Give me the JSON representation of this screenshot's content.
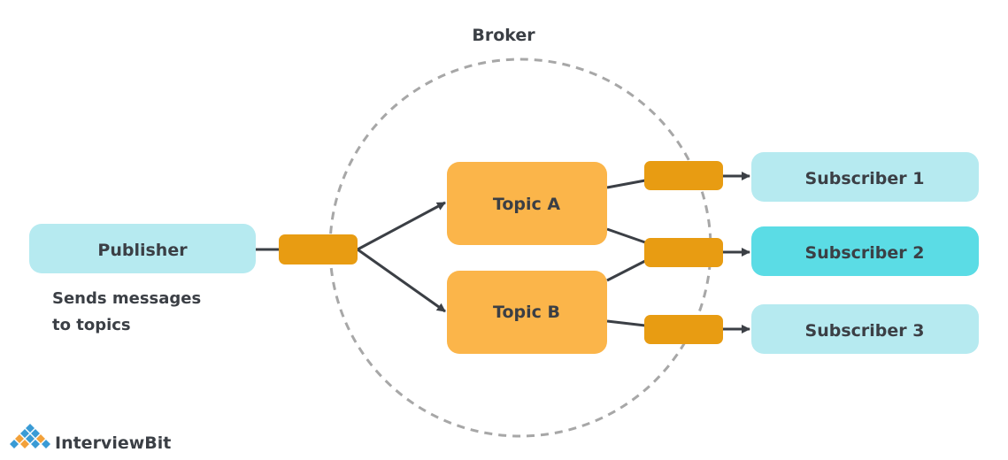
{
  "broker_label": "Broker",
  "publisher": {
    "label": "Publisher",
    "note_line1": "Sends messages",
    "note_line2": "to topics"
  },
  "topics": [
    {
      "label": "Topic A"
    },
    {
      "label": "Topic B"
    }
  ],
  "subscribers": [
    {
      "label": "Subscriber 1"
    },
    {
      "label": "Subscriber 2"
    },
    {
      "label": "Subscriber 3"
    }
  ],
  "logo": {
    "text": "InterviewBit"
  },
  "colors": {
    "subscriber_light": "#b6eaf0",
    "subscriber_highlight": "#5bdce5",
    "topic": "#fbb54a",
    "message": "#e89c12",
    "line": "#3b3f45",
    "broker_dash": "#a7a7a7",
    "logo_blue": "#3a9bd5",
    "logo_orange": "#f2a13b"
  }
}
